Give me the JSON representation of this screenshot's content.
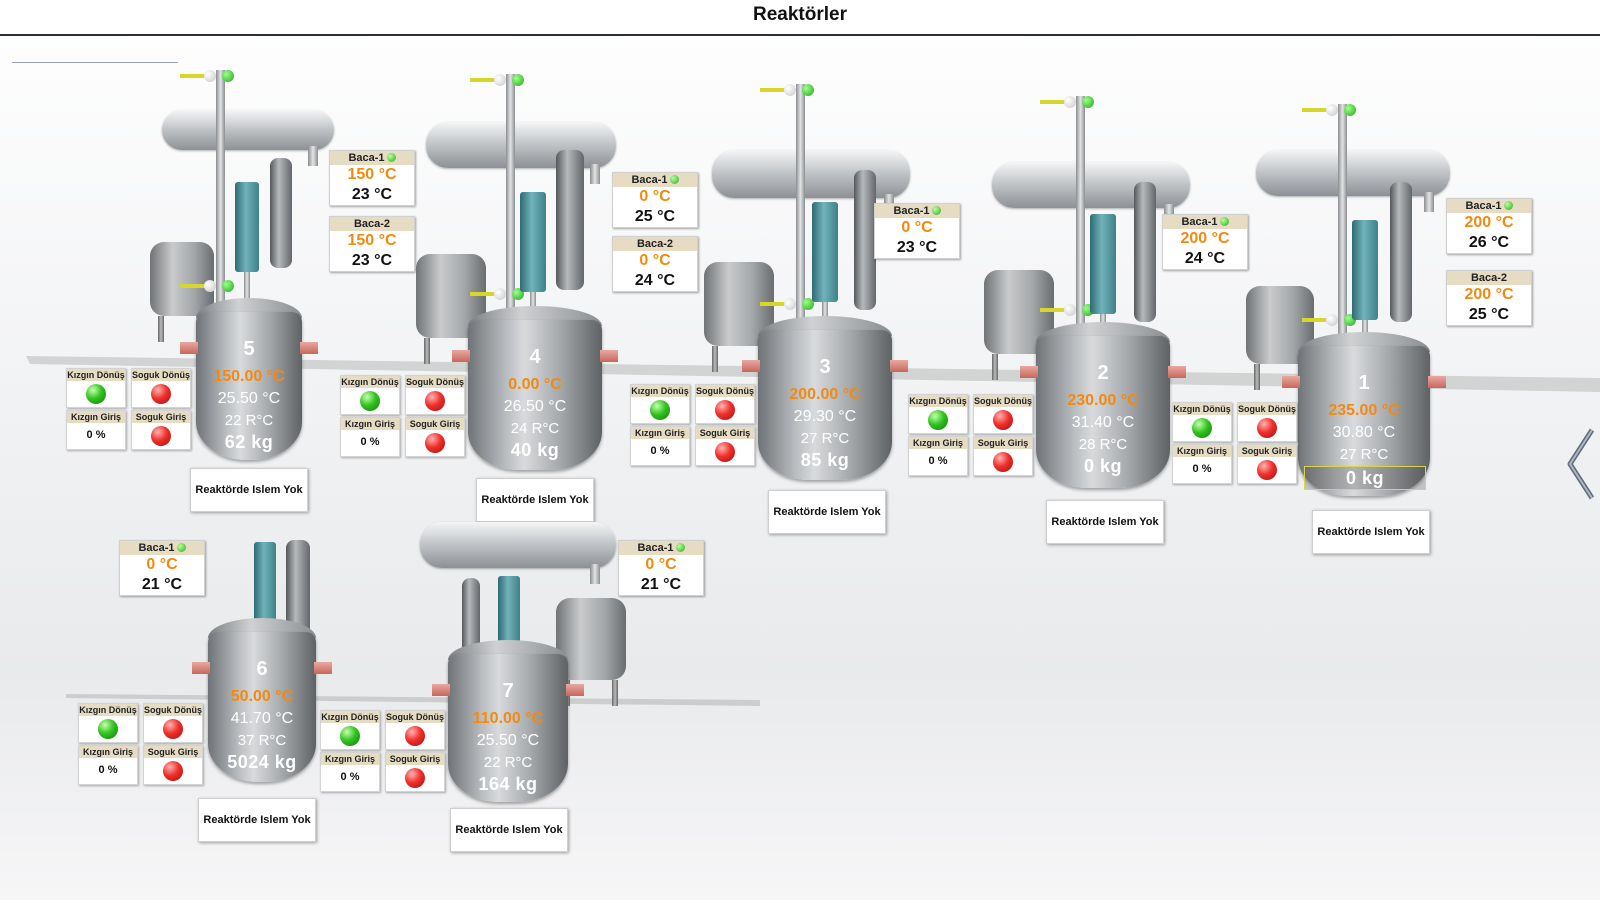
{
  "title": "Reaktörler",
  "status_labels": {
    "kizgin_donus": "Kızgın Dönüş",
    "soguk_donus": "Soguk Dönüş",
    "kizgin_giris": "Kızgın Giriş",
    "soguk_giris": "Soguk Giriş"
  },
  "action_label": "Reaktörde Islem Yok",
  "baca1_label": "Baca-1",
  "baca2_label": "Baca-2",
  "reactors": [
    {
      "num": "5",
      "set_temp": "150.00 °C",
      "temp": "25.50 °C",
      "rc": "22 R°C",
      "weight": "62  kg",
      "baca1": {
        "set": "150 °C",
        "temp": "23 °C"
      },
      "baca2": {
        "set": "150 °C",
        "temp": "23 °C"
      },
      "kizgin_donus": "on",
      "soguk_donus": "off",
      "kizgin_giris": "0 %",
      "soguk_giris": "off"
    },
    {
      "num": "4",
      "set_temp": "0.00 °C",
      "temp": "26.50 °C",
      "rc": "24 R°C",
      "weight": "40  kg",
      "baca1": {
        "set": "0 °C",
        "temp": "25 °C"
      },
      "baca2": {
        "set": "0 °C",
        "temp": "24 °C"
      },
      "kizgin_donus": "on",
      "soguk_donus": "off",
      "kizgin_giris": "0 %",
      "soguk_giris": "off"
    },
    {
      "num": "3",
      "set_temp": "200.00 °C",
      "temp": "29.30 °C",
      "rc": "27 R°C",
      "weight": "85  kg",
      "baca1": {
        "set": "0 °C",
        "temp": "23 °C"
      },
      "kizgin_donus": "on",
      "soguk_donus": "off",
      "kizgin_giris": "0 %",
      "soguk_giris": "off"
    },
    {
      "num": "2",
      "set_temp": "230.00 °C",
      "temp": "31.40 °C",
      "rc": "28 R°C",
      "weight": "0  kg",
      "baca1": {
        "set": "200 °C",
        "temp": "24 °C"
      },
      "kizgin_donus": "on",
      "soguk_donus": "off",
      "kizgin_giris": "0 %",
      "soguk_giris": "off"
    },
    {
      "num": "1",
      "set_temp": "235.00 °C",
      "temp": "30.80 °C",
      "rc": "27 R°C",
      "weight": "0  kg",
      "baca1": {
        "set": "200 °C",
        "temp": "26 °C"
      },
      "baca2": {
        "set": "200 °C",
        "temp": "25 °C"
      },
      "kizgin_donus": "on",
      "soguk_donus": "off",
      "kizgin_giris": "0 %",
      "soguk_giris": "off"
    },
    {
      "num": "6",
      "set_temp": "50.00 °C",
      "temp": "41.70 °C",
      "rc": "37 R°C",
      "weight": "5024  kg",
      "baca1": {
        "set": "0 °C",
        "temp": "21 °C"
      },
      "kizgin_donus": "on",
      "soguk_donus": "off",
      "kizgin_giris": "0 %",
      "soguk_giris": "off"
    },
    {
      "num": "7",
      "set_temp": "110.00 °C",
      "temp": "25.50 °C",
      "rc": "22 R°C",
      "weight": "164  kg",
      "baca1": {
        "set": "0 °C",
        "temp": "21 °C"
      },
      "kizgin_donus": "on",
      "soguk_donus": "off",
      "kizgin_giris": "0 %",
      "soguk_giris": "off"
    }
  ]
}
